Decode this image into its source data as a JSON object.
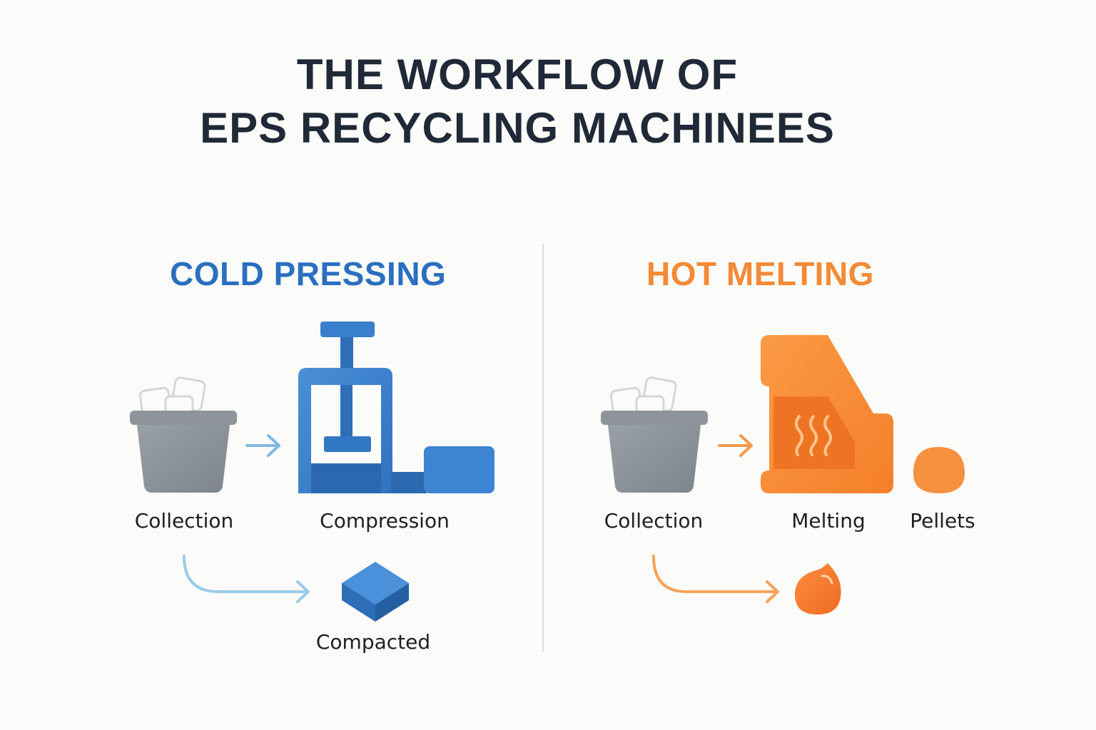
{
  "title": {
    "line1": "THE WORKFLOW OF",
    "line2": "EPS RECYCLING MACHINEES"
  },
  "cold": {
    "title": "COLD PRESSING",
    "color": "#2a6fc0",
    "steps": {
      "collection": "Collection",
      "compression": "Compression",
      "compacted": "Compacted"
    }
  },
  "hot": {
    "title": "HOT MELTING",
    "color": "#f48a35",
    "steps": {
      "collection": "Collection",
      "melting": "Melting",
      "pellets": "Pellets"
    }
  },
  "icons": {
    "bin": "waste-bin-icon",
    "press": "press-machine-icon",
    "block": "compacted-block-icon",
    "melter": "melting-machine-icon",
    "pellet": "pellet-icon",
    "drop": "melt-drop-icon"
  }
}
